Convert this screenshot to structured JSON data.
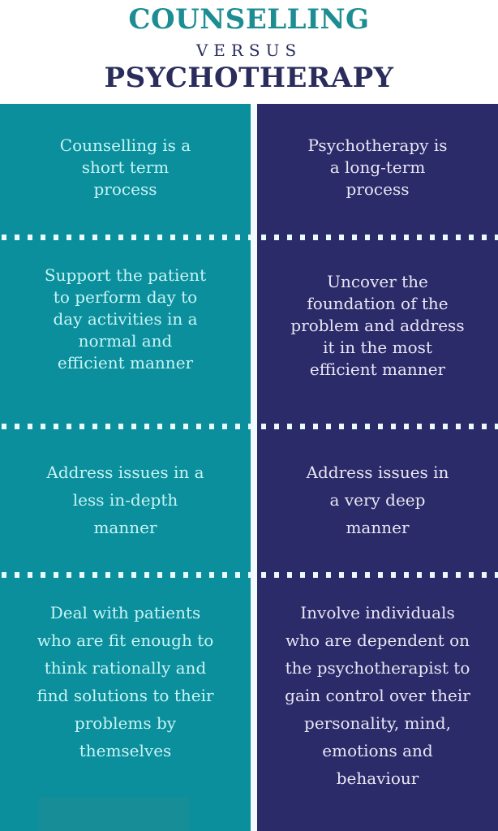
{
  "header": {
    "title_top": "COUNSELLING",
    "title_mid": "VERSUS",
    "title_bottom": "PSYCHOTHERAPY"
  },
  "colors": {
    "counselling_teal": "#0b8f9d",
    "psychotherapy_navy": "#2b2b69",
    "title_teal": "#1b8d93",
    "title_navy": "#2a2d5c",
    "divider_white": "#f4fbff"
  },
  "comparison": {
    "counselling": [
      "Counselling is a\nshort term\nprocess",
      "Support the patient\nto perform day to\nday activities in a\nnormal and\nefficient manner",
      "Address issues in a\nless in-depth\nmanner",
      "Deal with patients\nwho are fit enough to\nthink rationally and\nfind solutions to their\nproblems by\nthemselves"
    ],
    "psychotherapy": [
      "Psychotherapy is\na long-term\nprocess",
      "Uncover the\nfoundation of the\nproblem and address\nit in the most\nefficient manner",
      "Address issues in\na very deep\nmanner",
      "Involve individuals\nwho are dependent on\nthe psychotherapist to\ngain control over their\npersonality, mind,\nemotions and\nbehaviour"
    ]
  }
}
